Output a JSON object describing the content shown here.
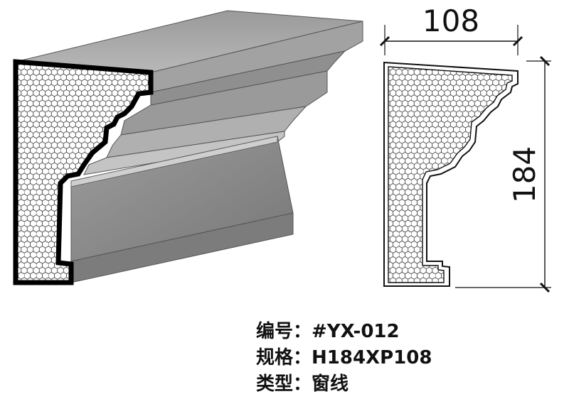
{
  "dimensions": {
    "width_value": "108",
    "height_value": "184"
  },
  "specs": [
    {
      "label": "编号：",
      "value": "#YX-012"
    },
    {
      "label": "规格：",
      "value": "H184XP108"
    },
    {
      "label": "类型：",
      "value": "窗线"
    }
  ],
  "colors": {
    "profile_border": "#111111",
    "body_light": "#a8a8a8",
    "body_dark": "#6e6e6e",
    "top_face": "#c8c8c8",
    "core_fill": "#ffffff"
  }
}
